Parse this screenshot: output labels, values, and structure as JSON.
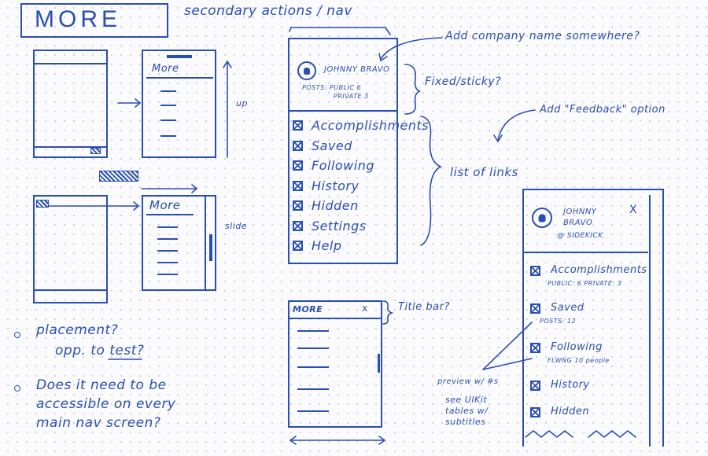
{
  "title": "MORE",
  "subtitle": "secondary actions / nav",
  "up_label": "up",
  "slide_label": "slide",
  "sketch_up": {
    "header": "More"
  },
  "sketch_slide": {
    "header": "More"
  },
  "main_sketch": {
    "name": "JOHNNY BRAVO",
    "posts_public": "POSTS: PUBLIC 6",
    "posts_private": "PRIVATE 3",
    "links": [
      "Accomplishments",
      "Saved",
      "Following",
      "History",
      "Hidden",
      "Settings",
      "Help"
    ]
  },
  "bottom_sketch": {
    "header": "MORE",
    "close": "x"
  },
  "right_sketch": {
    "name_line1": "JOHNNY",
    "name_line2": "BRAVO",
    "handle": "@ SIDEKICK",
    "close": "X",
    "items": [
      {
        "label": "Accomplishments",
        "sub": "PUBLIC: 6   PRIVATE: 3"
      },
      {
        "label": "Saved",
        "sub": "POSTS: 12"
      },
      {
        "label": "Following",
        "sub": "FLWNG 10 people"
      },
      {
        "label": "History",
        "sub": ""
      },
      {
        "label": "Hidden",
        "sub": ""
      }
    ]
  },
  "annotations": {
    "company": "Add company name somewhere?",
    "fixed": "Fixed/sticky?",
    "feedback": "Add \"Feedback\" option",
    "list_links": "list of links",
    "title_bar": "Title bar?",
    "preview": "preview w/ #s",
    "uikit": [
      "see UIKit",
      "tables w/",
      "subtitles"
    ]
  },
  "notes": [
    [
      "placement?",
      "opp. to test?"
    ],
    [
      "Does it need to be",
      "accessible on every",
      "main nav screen?"
    ]
  ]
}
